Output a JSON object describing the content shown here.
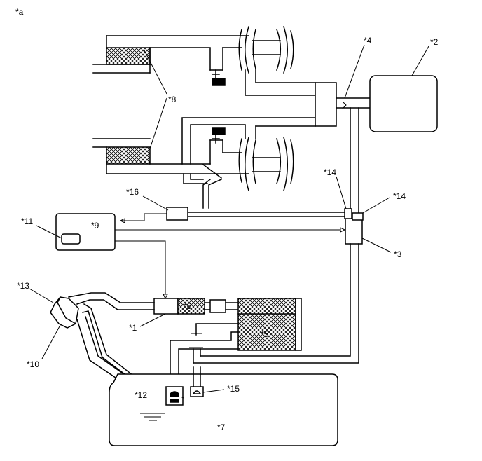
{
  "corner_label": "*a",
  "callouts": {
    "c1": "*1",
    "c2": "*2",
    "c3": "*3",
    "c4": "*4",
    "c5": "*5",
    "c6": "*6",
    "c7": "*7",
    "c8": "*8",
    "c9": "*9",
    "c10": "*10",
    "c11": "*11",
    "c12": "*12",
    "c13": "*13",
    "c14a": "*14",
    "c14b": "*14",
    "c15": "*15",
    "c16": "*16"
  }
}
